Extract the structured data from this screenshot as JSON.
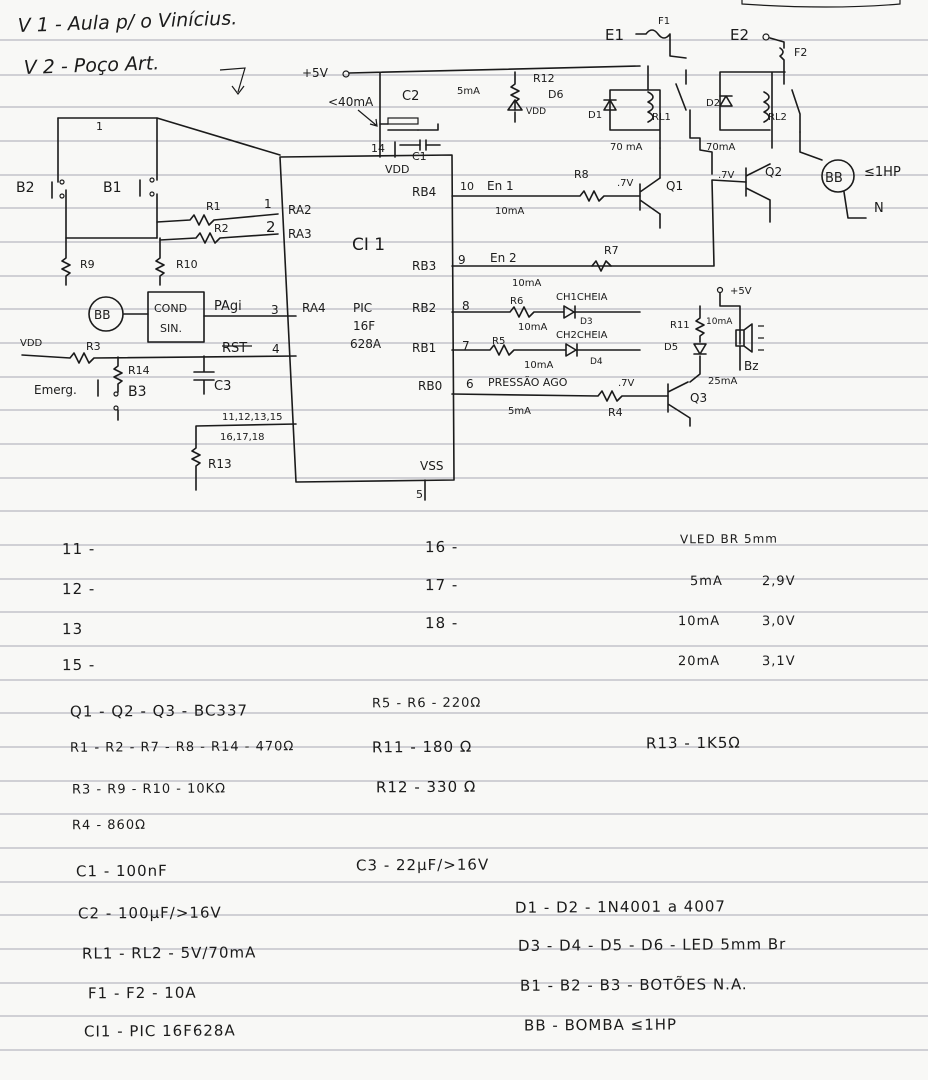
{
  "header": {
    "note1": "V 1 - Aula p/ o Vinícius.",
    "note2": "V 2 - Poço Art."
  },
  "schematic": {
    "ic_name": "CI 1",
    "ic_part": "PIC",
    "ic_part2": "16F",
    "ic_part3": "628A",
    "vdd_label": "VDD",
    "vss_label": "VSS",
    "pins": {
      "p14": "14",
      "p5": "5",
      "p1": "1",
      "p2": "2",
      "p3": "3",
      "p4": "4",
      "p10": "10",
      "p9": "9",
      "p8": "8",
      "p7": "7",
      "p6": "6",
      "ra2": "RA2",
      "ra3": "RA3",
      "ra4": "RA4",
      "rb4": "RB4",
      "rb3": "RB3",
      "rb2": "RB2",
      "rb1": "RB1",
      "rb0": "RB0",
      "unused1": "11,12,13,15",
      "unused2": "16,17,18"
    },
    "supply": "+5V",
    "supply2": "+5V",
    "current_max": "<40mA",
    "caps": {
      "c1": "C1",
      "c2": "C2",
      "c3": "C3"
    },
    "resistors": {
      "r1": "R1",
      "r2": "R2",
      "r3": "R3",
      "r4": "R4",
      "r5": "R5",
      "r6": "R6",
      "r7": "R7",
      "r8": "R8",
      "r9": "R9",
      "r10": "R10",
      "r11": "R11",
      "r12": "R12",
      "r13": "R13",
      "r14": "R14"
    },
    "buttons": {
      "b1": "B1",
      "b2": "B2",
      "b3": "B3"
    },
    "emerg": "Emerg.",
    "bb": "BB",
    "bb2": "BB",
    "cond1": "COND",
    "cond2": "SIN.",
    "pagi": "PAgi",
    "rst": "RST",
    "vdd_left": "VDD",
    "en1": "En 1",
    "en2": "En 2",
    "ch1": "CH1CHEIA",
    "ch2": "CH2CHEIA",
    "pressao": "PRESSÃO AGO",
    "i10_1": "10mA",
    "i10_2": "10mA",
    "i10_3": "10mA",
    "i10_4": "10mA",
    "i5": "5mA",
    "i5_top": "5mA",
    "i10_top": "10mA",
    "i70": "70mA",
    "i70b": "70 mA",
    "i25": "25mA",
    "v07a": ".7V",
    "v07b": ".7V",
    "v07c": ".7V",
    "diodes": {
      "d1": "D1",
      "d2": "D2",
      "d3": "D3",
      "d4": "D4",
      "d5": "D5",
      "d6": "D6"
    },
    "relays": {
      "rl1": "RL1",
      "rl2": "RL2"
    },
    "trans": {
      "q1": "Q1",
      "q2": "Q2",
      "q3": "Q3"
    },
    "fuses": {
      "e1": "E1",
      "e2": "E2",
      "f1": "F1",
      "f2": "F2"
    },
    "pump_rating": "≤1HP",
    "neutral": "N",
    "buzzer": "Bz"
  },
  "pins_list": {
    "left": [
      "11 -",
      "12 -",
      "13",
      "15 -"
    ],
    "middle": [
      "16 -",
      "17 -",
      "18 -"
    ]
  },
  "led_table": {
    "title": "VLED BR 5mm",
    "rows": [
      {
        "i": "5mA",
        "v": "2,9V"
      },
      {
        "i": "10mA",
        "v": "3,0V"
      },
      {
        "i": "20mA",
        "v": "3,1V"
      }
    ]
  },
  "parts": {
    "q": "Q1 - Q2 - Q3 - BC337",
    "r5r6": "R5 - R6 - 220Ω",
    "rA": "R1 - R2 - R7 - R8 - R14 - 470Ω",
    "r11": "R11  -  180 Ω",
    "r13": "R13 - 1K5Ω",
    "rB": "R3 - R9 - R10 - 10KΩ",
    "r12": "R12 - 330 Ω",
    "r4": "R4 - 860Ω",
    "c1": "C1 - 100nF",
    "c3": "C3 - 22μF/>16V",
    "c2": "C2 - 100μF/>16V",
    "d1d2": "D1 - D2 - 1N4001 a 4007",
    "rl": "RL1 - RL2 - 5V/70mA",
    "leds": "D3 - D4 - D5 - D6 - LED 5mm Br",
    "f": "F1 - F2 - 10A",
    "b": "B1 - B2 - B3 - BOTÕES N.A.",
    "ci": "CI1 - PIC 16F628A",
    "bb": "BB - BOMBA ≤1HP"
  }
}
